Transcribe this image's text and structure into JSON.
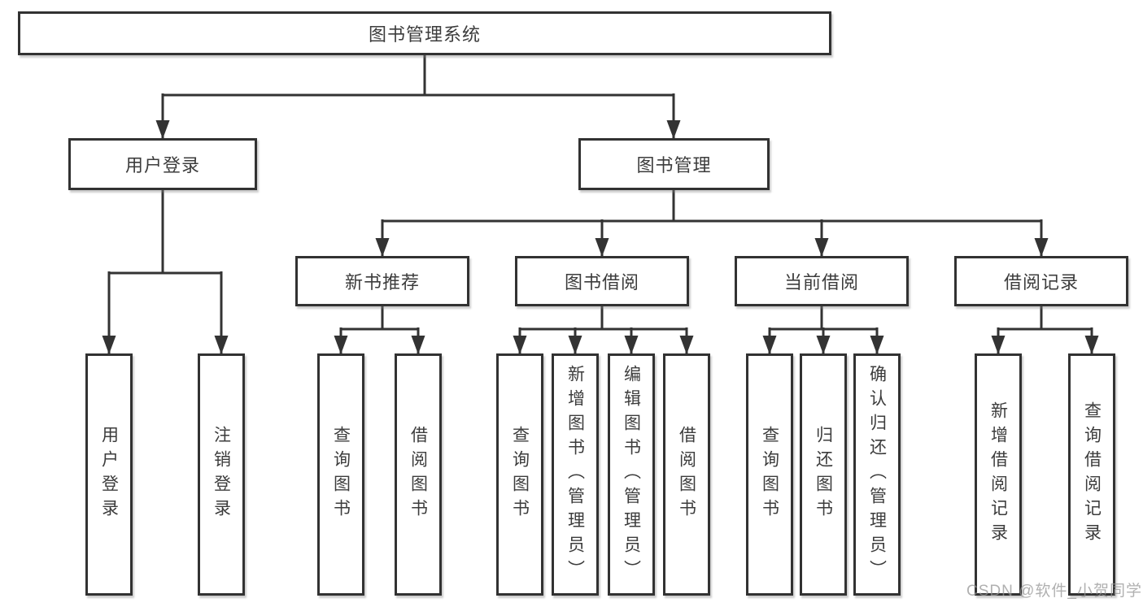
{
  "diagram": {
    "root": "图书管理系统",
    "branches": [
      {
        "label": "用户登录",
        "children": [
          "用户登录",
          "注销登录"
        ]
      },
      {
        "label": "图书管理",
        "groups": [
          {
            "label": "新书推荐",
            "children": [
              "查询图书",
              "借阅图书"
            ]
          },
          {
            "label": "图书借阅",
            "children": [
              "查询图书",
              "新增图书（管理员）",
              "编辑图书（管理员）",
              "借阅图书"
            ]
          },
          {
            "label": "当前借阅",
            "children": [
              "查询图书",
              "归还图书",
              "确认归还（管理员）"
            ]
          },
          {
            "label": "借阅记录",
            "children": [
              "新增借阅记录",
              "查询借阅记录"
            ]
          }
        ]
      }
    ]
  },
  "watermark": "CSDN @软件_小贺同学",
  "colors": {
    "line": "#333333",
    "border": "#323232",
    "text": "#3c3c3c",
    "watermark": "#969696",
    "background": "#ffffff"
  }
}
